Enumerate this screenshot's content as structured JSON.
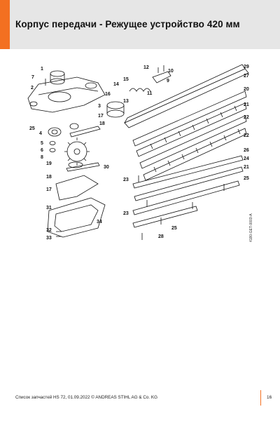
{
  "header": {
    "title": "Корпус передачи - Режущее устройство 420 мм",
    "accent_color": "#f37021",
    "background_color": "#e6e6e6"
  },
  "diagram": {
    "side_code": "4180-GET-0003-A",
    "callouts": [
      "1",
      "7",
      "2",
      "4",
      "25",
      "5",
      "6",
      "8",
      "19",
      "18",
      "17",
      "31",
      "32",
      "33",
      "3",
      "16",
      "17",
      "18",
      "14",
      "15",
      "13",
      "12",
      "10",
      "9",
      "11",
      "30",
      "34",
      "29",
      "27",
      "20",
      "21",
      "22",
      "22",
      "26",
      "24",
      "21",
      "25",
      "23",
      "23",
      "25",
      "28"
    ]
  },
  "footer": {
    "text": "Список запчастей HS 72, 01.09.2022 © ANDREAS STIHL AG & Co. KG",
    "page_number": "16"
  }
}
